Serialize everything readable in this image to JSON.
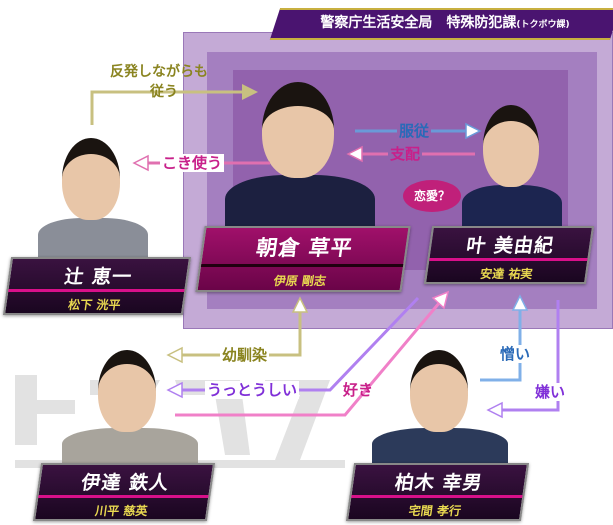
{
  "header": {
    "department": "警察庁生活安全局　特殊防犯課",
    "department_note": "(トクボウ課)"
  },
  "characters": [
    {
      "id": "asakura",
      "name": "朝倉 草平",
      "actor": "伊原 剛志"
    },
    {
      "id": "kanou",
      "name": "叶 美由紀",
      "actor": "安達 祐実"
    },
    {
      "id": "tsuji",
      "name": "辻 恵一",
      "actor": "松下 洸平"
    },
    {
      "id": "date",
      "name": "伊達 鉄人",
      "actor": "川平 慈英"
    },
    {
      "id": "kashiwagi",
      "name": "柏木 幸男",
      "actor": "宅間 孝行"
    }
  ],
  "relations": {
    "tsuji_to_asakura_1": "反発しながらも",
    "tsuji_to_asakura_2": "従う",
    "kanou_to_asakura": "服従",
    "asakura_to_kanou": "支配",
    "asakura_to_tsuji": "こき使う",
    "romance": "恋愛？",
    "childhood": "幼馴染",
    "annoying": "うっとうしい",
    "like": "好き",
    "hate": "憎い",
    "dislike": "嫌い"
  },
  "colors": {
    "olive": "#8a8420",
    "blue": "#2a6ab8",
    "magenta": "#c8208a",
    "purple": "#8030d8",
    "banner": "#4a1470"
  }
}
